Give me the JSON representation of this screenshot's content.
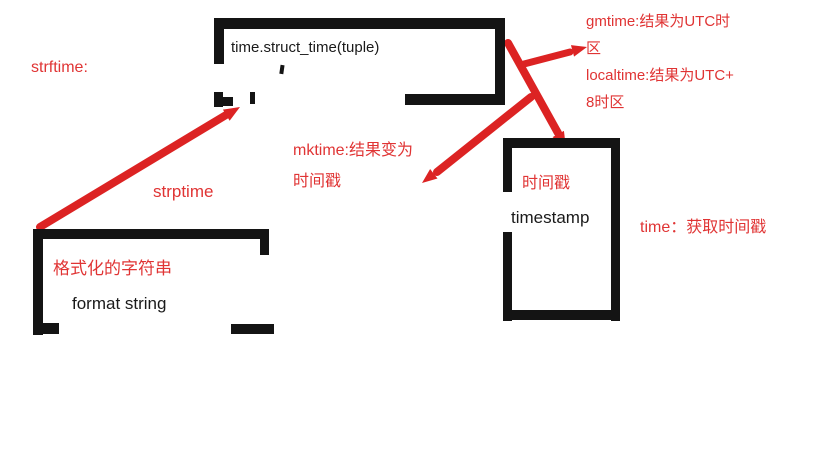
{
  "colors": {
    "background": "#ffffff",
    "line_red": "#dc2323",
    "text_red": "#e03434",
    "ink_black": "#141414"
  },
  "boxes": {
    "struct_time": {
      "label": "time.struct_time(tuple)"
    },
    "timestamp": {
      "title_cn": "时间戳",
      "title_en": "timestamp"
    },
    "format_string": {
      "title_cn": "格式化的字符串",
      "title_en": "format string"
    }
  },
  "labels": {
    "strftime": "strftime:",
    "strptime": "strptime",
    "gmtime_note": [
      "gmtime:结果为UTC时",
      "区",
      "localtime:结果为UTC+",
      "8时区"
    ],
    "mktime_note": [
      "mktime:结果变为",
      "时间戳"
    ],
    "time_note": "time：获取时间戳"
  }
}
